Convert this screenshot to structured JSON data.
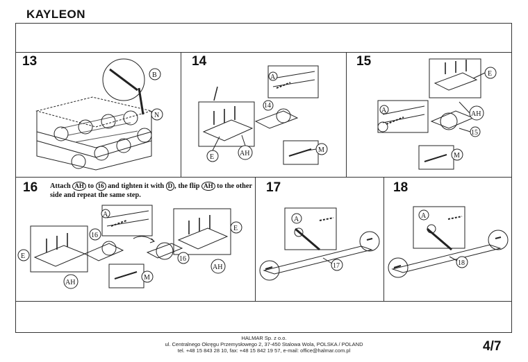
{
  "header": {
    "title": "KAYLEON"
  },
  "steps": [
    {
      "number": "13",
      "labels": [
        "B",
        "N"
      ]
    },
    {
      "number": "14",
      "labels": [
        "A",
        "14",
        "E",
        "AH",
        "M"
      ]
    },
    {
      "number": "15",
      "labels": [
        "E",
        "A",
        "AH",
        "15",
        "M"
      ]
    },
    {
      "number": "16",
      "labels": [
        "A",
        "E",
        "16",
        "E",
        "AH",
        "16",
        "AH",
        "M"
      ]
    },
    {
      "number": "17",
      "labels": [
        "A",
        "17"
      ]
    },
    {
      "number": "18",
      "labels": [
        "A",
        "18"
      ]
    }
  ],
  "instruction16": {
    "p1": "Attach ",
    "c1": "AH",
    "p2": " to ",
    "c2": "16",
    "p3": " and tighten it with ",
    "c3": "D",
    "p4": ", the flip ",
    "c4": "AH",
    "p5": " to the other side and repeat the same step."
  },
  "footer": {
    "company": "HALMAR Sp. z o.o.",
    "address": "ul. Centralnego Okręgu Przemysłowego 2, 37-450 Stalowa Wola, POLSKA / POLAND",
    "contact": "tel. +48 15 843 28 10, fax: +48 15 842 19 57, e-mail: office@halmar.com.pl"
  },
  "page": "4/7"
}
